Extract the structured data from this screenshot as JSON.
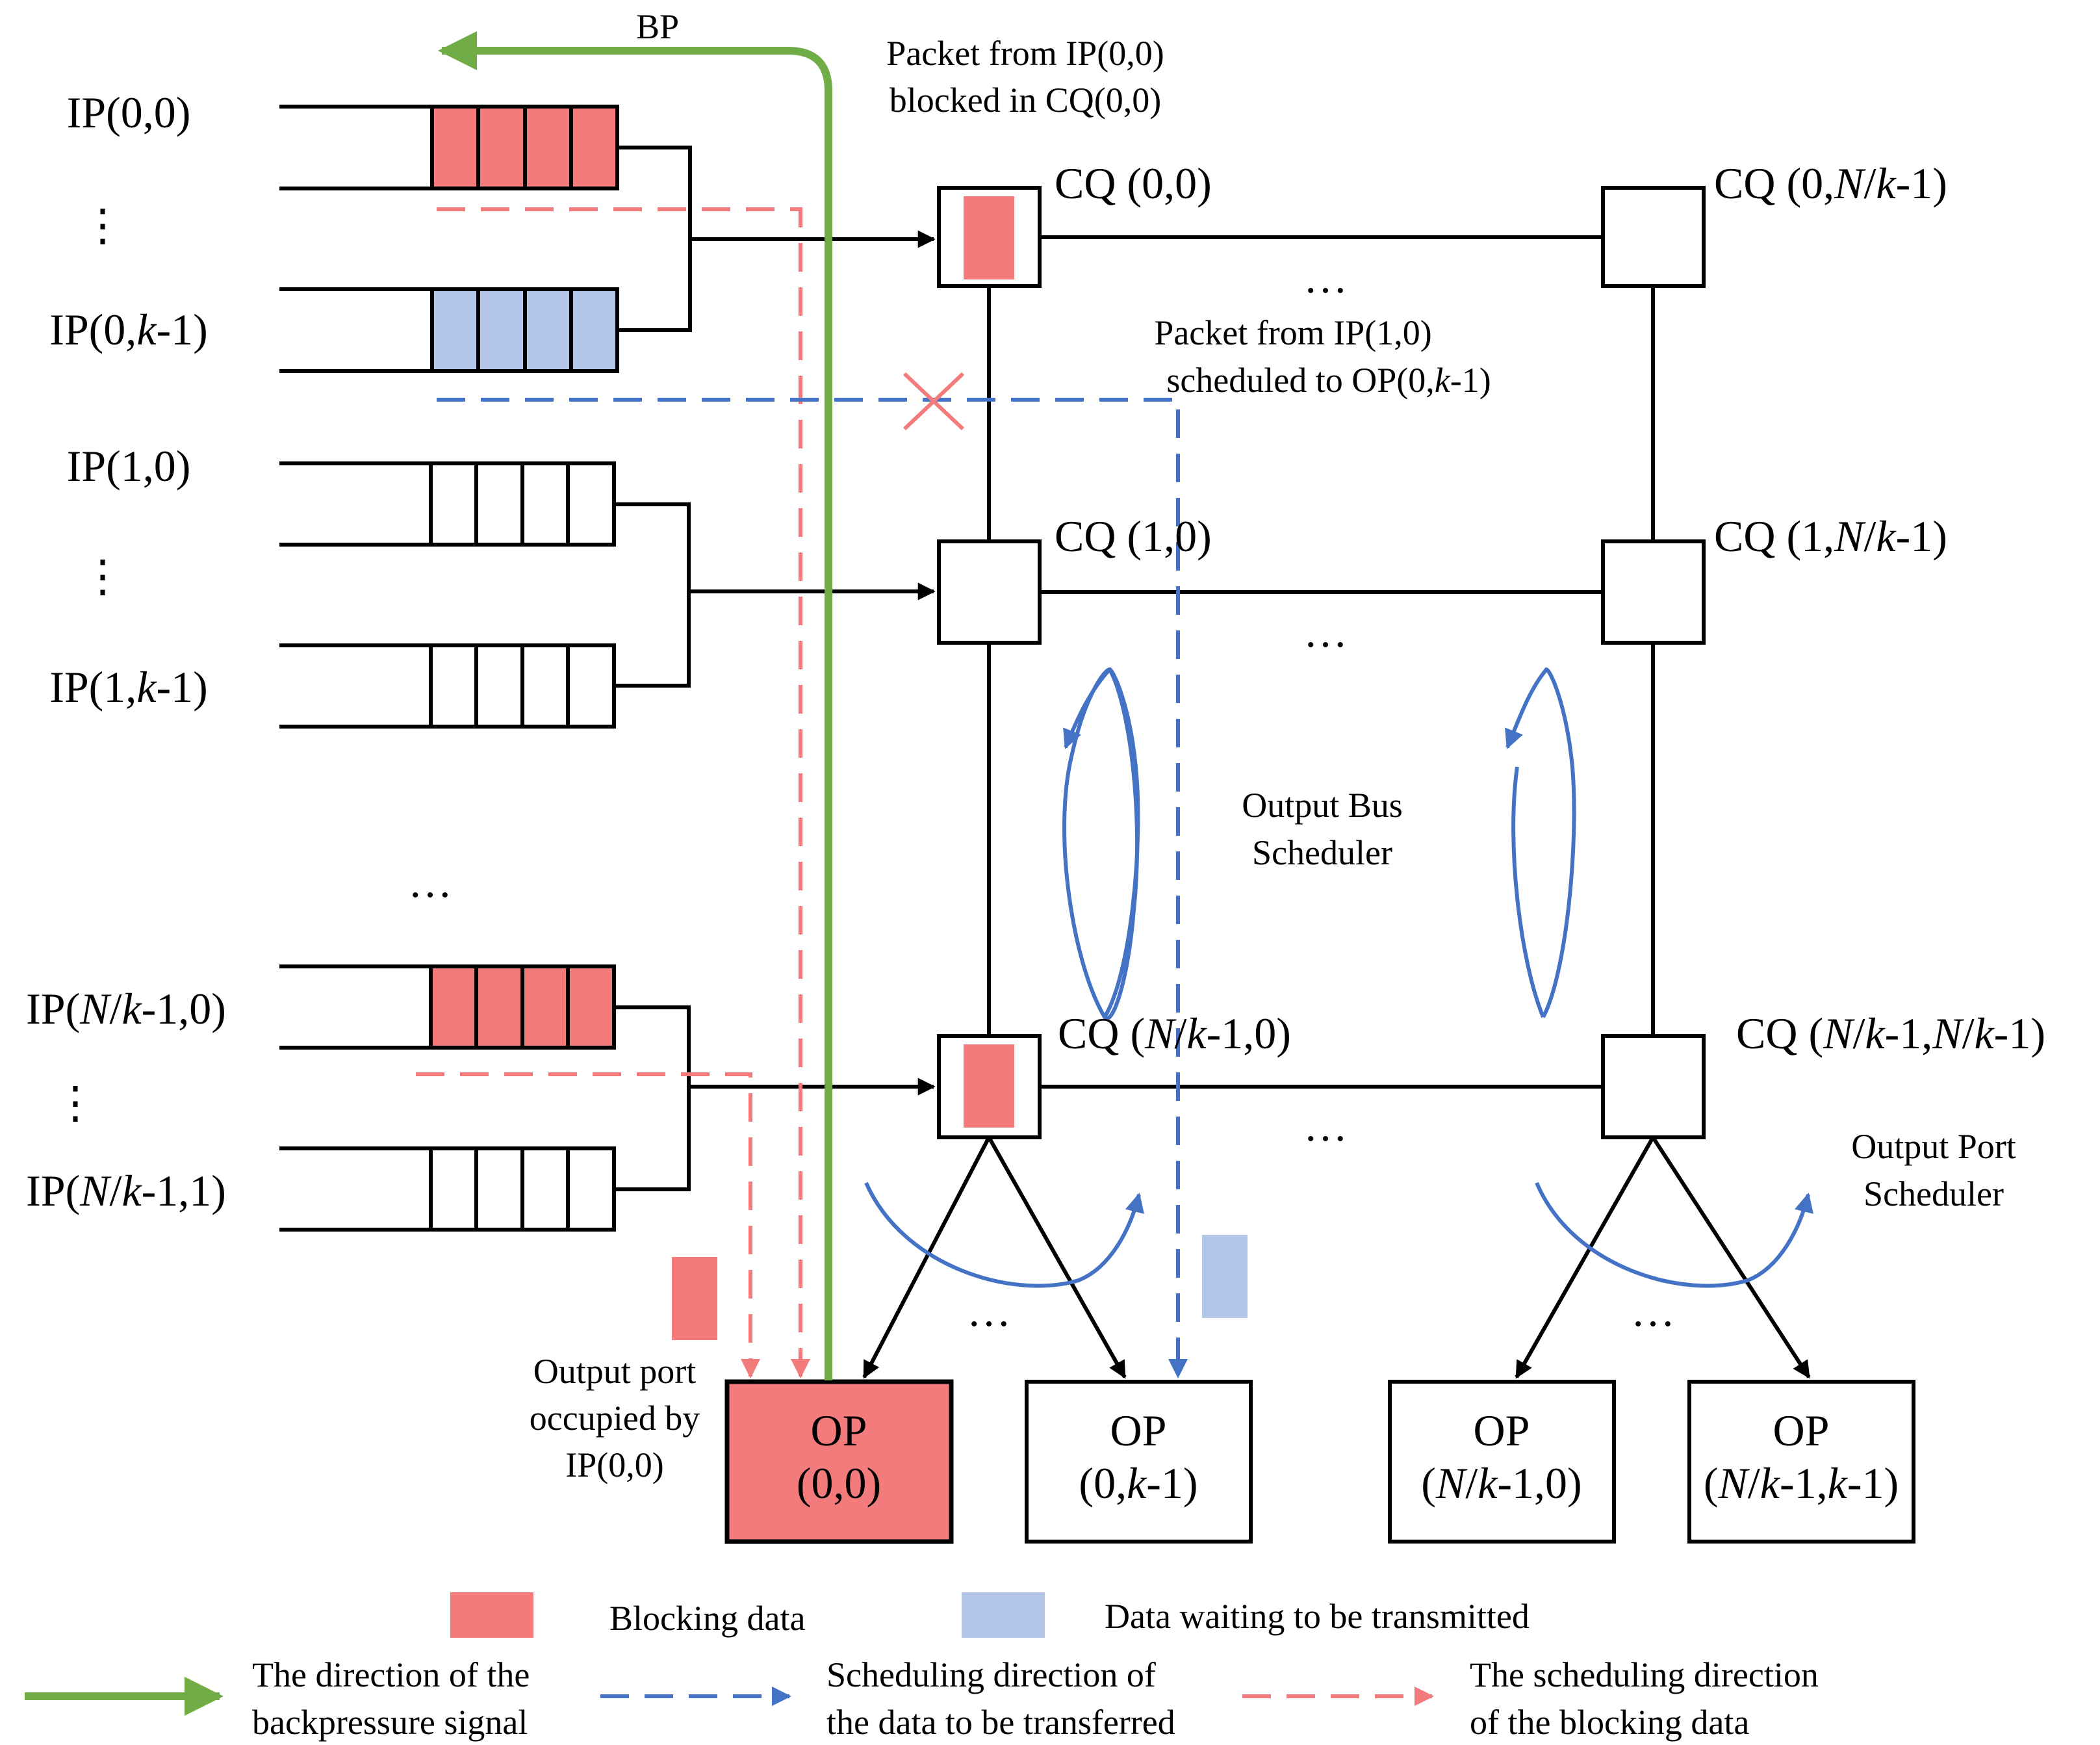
{
  "colors": {
    "blocking": "#f37b7b",
    "waiting": "#b4c6e7",
    "backpressure": "#70ad47",
    "scheduling": "#4472c4",
    "line": "#000000"
  },
  "bp_label": "BP",
  "inputs": {
    "ip00": "IP(0,0)",
    "ip0k": [
      "IP(0,",
      "k",
      "-1)"
    ],
    "ip10": "IP(1,0)",
    "ip1k": [
      "IP(1,",
      "k",
      "-1)"
    ],
    "ipn0": [
      "IP(",
      "N",
      "/",
      "k",
      "-1,0)"
    ],
    "ipn1": [
      "IP(",
      "N",
      "/",
      "k",
      "-1,1)"
    ],
    "vdots": "⋮",
    "hdots": "…"
  },
  "crosspoints": {
    "cq00": "CQ (0,0)",
    "cq0n": [
      "CQ (0,",
      "N",
      "/",
      "k",
      "-1)"
    ],
    "cq10": "CQ (1,0)",
    "cq1n": [
      "CQ (1,",
      "N",
      "/",
      "k",
      "-1)"
    ],
    "cqn0": [
      "CQ (",
      "N",
      "/",
      "k",
      "-1,0)"
    ],
    "cqnn": [
      "CQ (",
      "N",
      "/",
      "k",
      "-1,",
      "N",
      "/",
      "k",
      "-1)"
    ]
  },
  "outputs": {
    "op_title": "OP",
    "op00": "(0,0)",
    "op0k": [
      "(0,",
      "k",
      "-1)"
    ],
    "opn0": [
      "(",
      "N",
      "/",
      "k",
      "-1,0)"
    ],
    "opnk": [
      "(",
      "N",
      "/",
      "k",
      "-1,",
      "k",
      "-1)"
    ]
  },
  "annotations": {
    "blocked_1": "Packet from IP(0,0)",
    "blocked_2": "blocked in CQ(0,0)",
    "sched_1": "Packet from IP(1,0)",
    "sched_2": [
      "scheduled to OP(0,",
      "k",
      "-1)"
    ],
    "bus_1": "Output Bus",
    "bus_2": "Scheduler",
    "port_1": "Output Port",
    "port_2": "Scheduler",
    "occ_1": "Output port",
    "occ_2": "occupied by",
    "occ_3": "IP(0,0)"
  },
  "legend": {
    "blocking": "Blocking data",
    "waiting": "Data waiting to be transmitted",
    "bp_1": "The direction of the",
    "bp_2": "backpressure signal",
    "sched_1": "Scheduling direction of",
    "sched_2": "the data to be transferred",
    "block_1": "The scheduling direction",
    "block_2": "of the blocking data"
  }
}
